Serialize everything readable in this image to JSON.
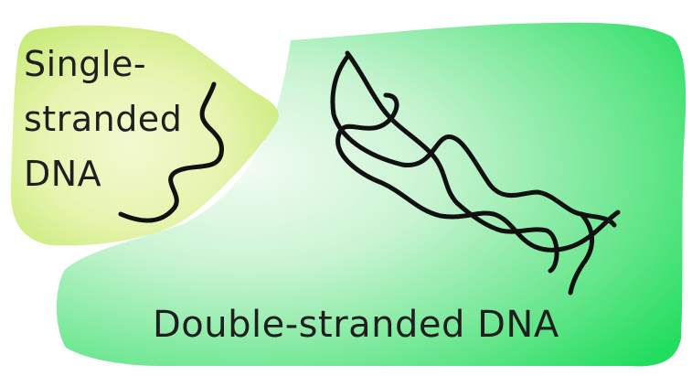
{
  "labels": {
    "single_stranded": [
      "Single-",
      "stranded",
      "DNA"
    ],
    "double_stranded": "Double-stranded DNA"
  },
  "colors": {
    "single_blob_center": "#f4f9d2",
    "single_blob_edge": "#c9ec7a",
    "double_blob_center": "#f1fbf3",
    "double_blob_edge": "#2fe26a",
    "strand": "#111111",
    "text": "#1f1f1f"
  }
}
